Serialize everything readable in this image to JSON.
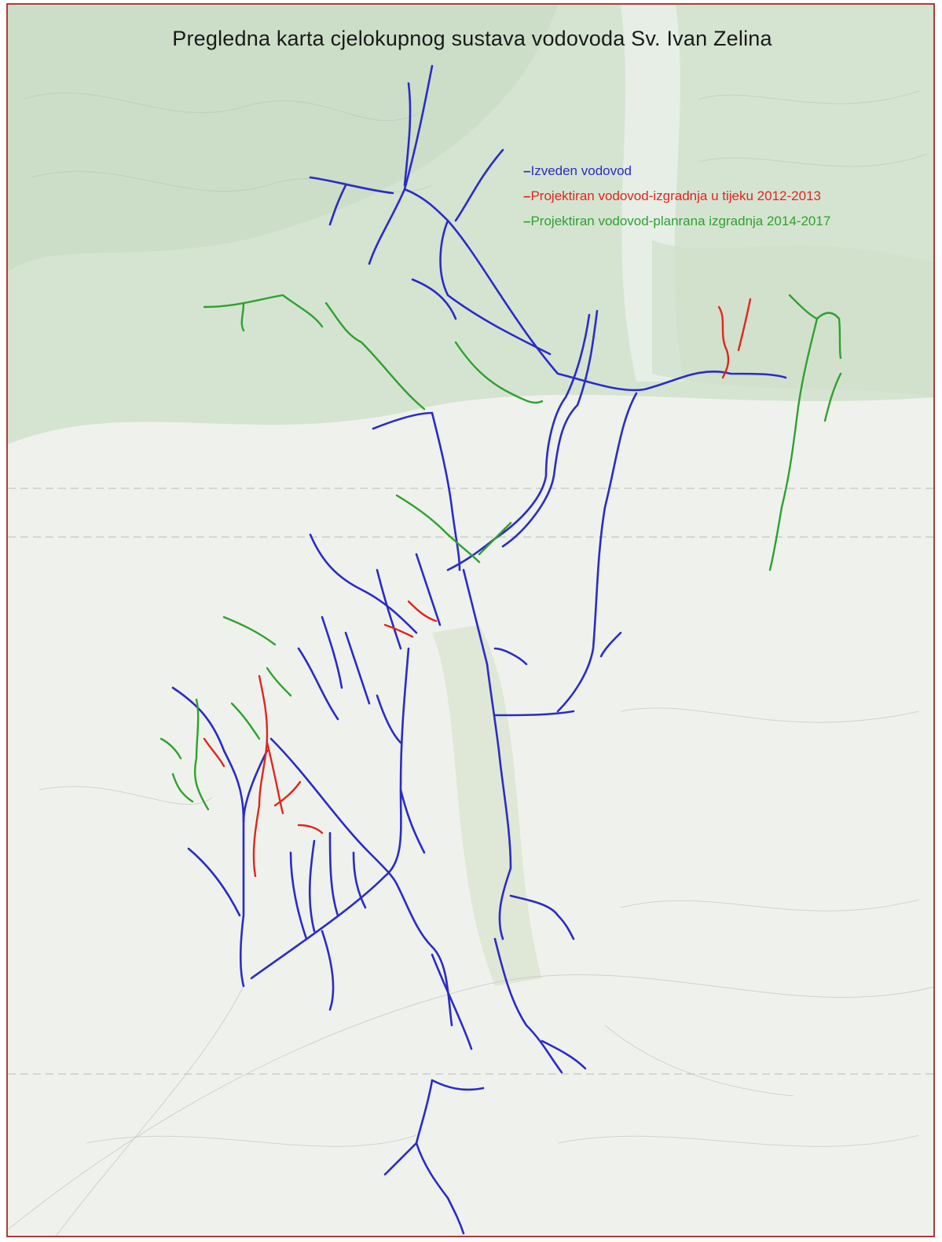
{
  "map": {
    "title": "Pregledna karta cjelokupnog sustava vodovoda Sv. Ivan Zelina",
    "colors": {
      "built": "#2b2bc8",
      "in_construction": "#e0261e",
      "planned": "#2fa12f",
      "frame": "#b23a3a",
      "terrain_hill": "#c9dcc6",
      "terrain_plain": "#eef1ea"
    },
    "legend": [
      {
        "dash": "–",
        "label": "Izveden vodovod",
        "color": "#2b2bc8"
      },
      {
        "dash": "–",
        "label": "Projektiran vodovod-izgradnja u tijeku 2012-2013",
        "color": "#e0261e"
      },
      {
        "dash": "–",
        "label": "Projektiran vodovod-planrana izgradnja 2014-2017",
        "color": "#2fa12f"
      }
    ]
  }
}
